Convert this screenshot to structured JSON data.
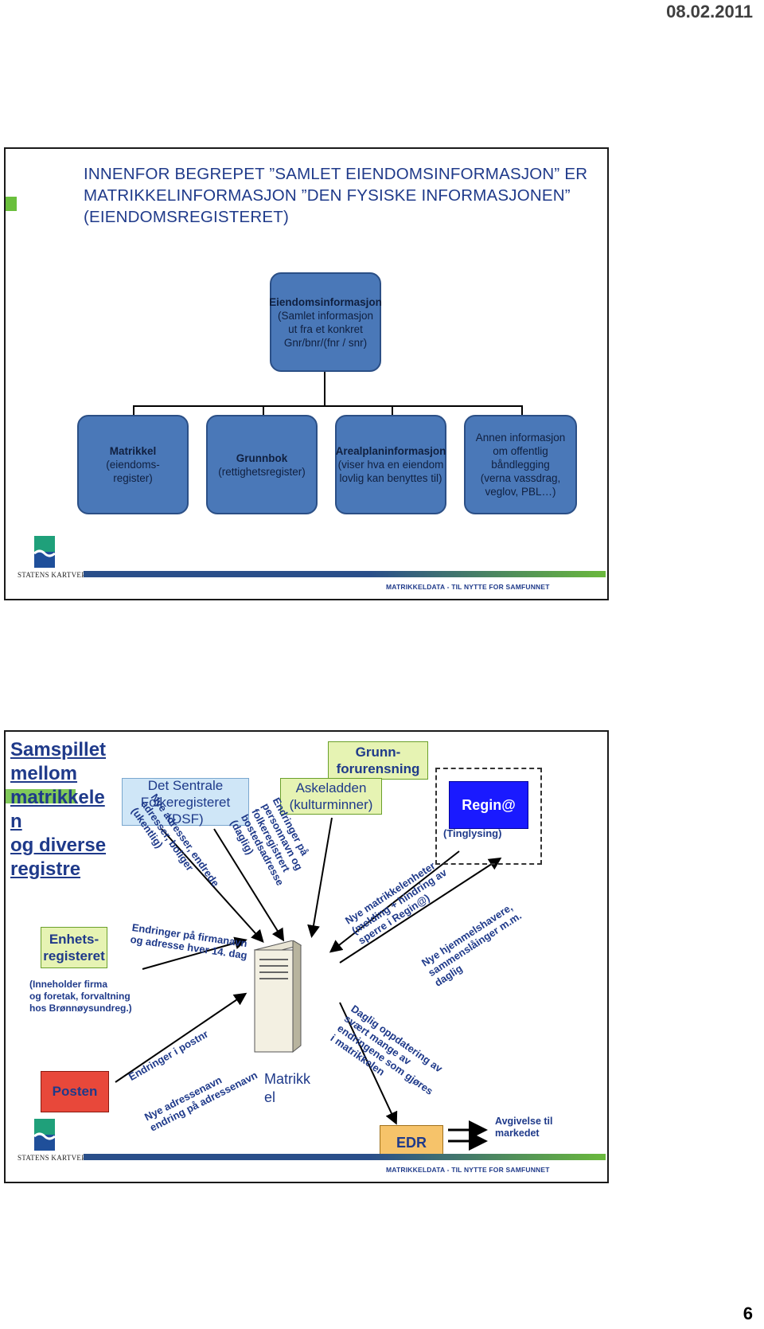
{
  "header": {
    "date": "08.02.2011"
  },
  "page_number": "6",
  "slide1": {
    "title": "INNENFOR BEGREPET ”SAMLET EIENDOMSINFORMASJON” ER MATRIKKELINFORMASJON ”DEN FYSISKE INFORMASJONEN” (EIENDOMSREGISTERET)",
    "root": {
      "line1": "Eiendomsinformasjon",
      "line2": "(Samlet informasjon",
      "line3": "ut fra et konkret",
      "line4": "Gnr/bnr/(fnr / snr)"
    },
    "children": [
      {
        "bold": "Matrikkel",
        "l2": "(eiendoms-",
        "l3": "register)"
      },
      {
        "bold": "Grunnbok",
        "l2": "(rettighetsregister)",
        "l3": ""
      },
      {
        "bold": "Arealplaninformasjon",
        "l2": "(viser hva en eiendom",
        "l3": "lovlig kan benyttes til)"
      },
      {
        "bold": "",
        "l1": "Annen informasjon",
        "l2": "om offentlig",
        "l3": "båndlegging",
        "l4": "(verna vassdrag,",
        "l5": "veglov, PBL…)"
      }
    ],
    "logo_text": "STATENS KARTVERK",
    "footer": "MATRIKKELDATA  - TIL NYTTE FOR SAMFUNNET"
  },
  "slide2": {
    "title_lines": [
      "Samspillet",
      "mellom",
      "matrikkele",
      "n",
      "og diverse",
      "registre"
    ],
    "dsf": {
      "l1": "Det Sentrale",
      "l2": "Folkeregisteret",
      "l3": "(DSF)"
    },
    "grunn": {
      "l1": "Grunn-",
      "l2": "forurensning"
    },
    "askeladden": {
      "l1": "Askeladden",
      "l2": "(kulturminner)"
    },
    "regin": "Regin@",
    "tinglysing": "(Tinglysing)",
    "enhets": {
      "l1": "Enhets-",
      "l2": "registeret"
    },
    "enhets_note": {
      "l1": "(Inneholder firma",
      "l2": "og foretak, forvaltning",
      "l3": "hos Brønnøysundreg.)"
    },
    "posten": "Posten",
    "matrikkel": {
      "l1": "Matrikk",
      "l2": "el"
    },
    "edr": "EDR",
    "avgivelse": {
      "l1": "Avgivelse til",
      "l2": "markedet"
    },
    "labels": {
      "dsf_adr": {
        "l1": "Nye adresser, endrede",
        "l2": "adresser, boliger",
        "l3": "(ukentlig)"
      },
      "dsf_pers": {
        "l1": "Endringer på",
        "l2": "personnavn og",
        "l3": "folkeregistrert",
        "l4": "bostedsadresse",
        "l5": "(daglig)"
      },
      "firma": {
        "l1": "Endringer på firmanavn",
        "l2": "og adresse hver 14. dag"
      },
      "matr_enh": {
        "l1": "Nye matrikkelenheter",
        "l2": "(melding + hindring av",
        "l3": "sperre i Regin@)"
      },
      "hjemmel": {
        "l1": "Nye hjemmelshavere,",
        "l2": "sammenslåinger m.m.",
        "l3": "daglig"
      },
      "postnr": "Endringer i postnr",
      "adressenavn": {
        "l1": "Nye adressenavn",
        "l2": "endring på adressenavn"
      },
      "edr_upd": {
        "l1": "Daglig oppdatering av",
        "l2": "svært mange av",
        "l3": "endringene som gjøres",
        "l4": "i matrikkelen"
      }
    },
    "logo_text": "STATENS KARTVERK",
    "footer": "MATRIKKELDATA  - TIL NYTTE FOR SAMFUNNET"
  }
}
